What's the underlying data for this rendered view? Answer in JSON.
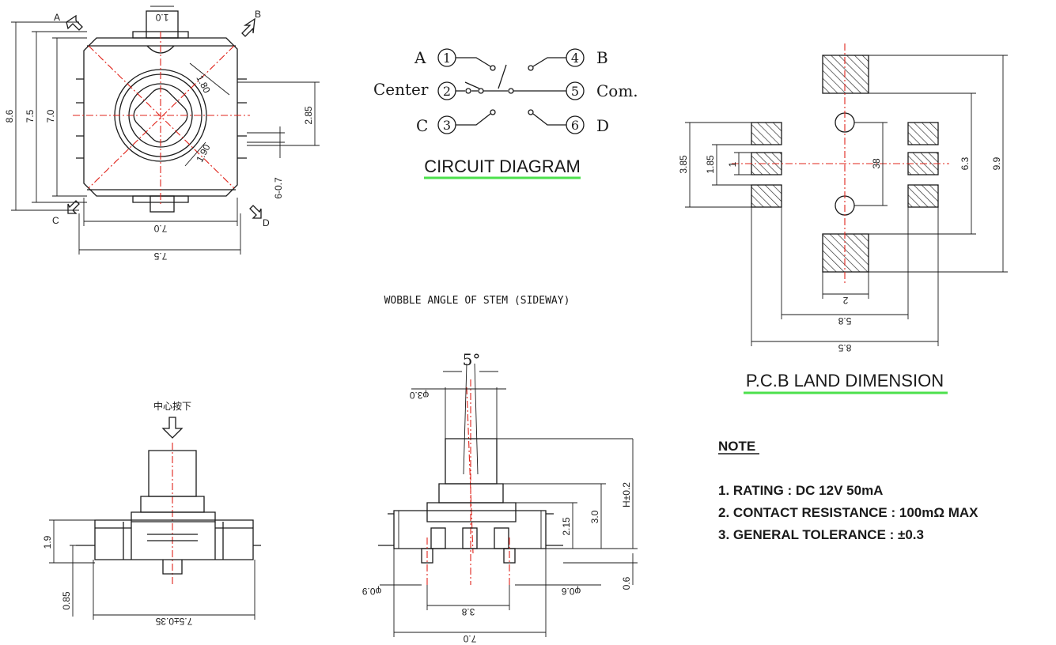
{
  "top_view": {
    "corner_labels": [
      "A",
      "B",
      "C",
      "D"
    ],
    "dims": {
      "height_outer": "8.6",
      "height_mid": "7.5",
      "height_inner": "7.0",
      "width_inner": "7.0",
      "width_outer": "7.5",
      "pitch": "2.85",
      "pin": "6-0.7",
      "radius1": "1.80",
      "radius2": "1.90",
      "top_tab": "1.0"
    }
  },
  "circuit": {
    "title": "CIRCUIT DIAGRAM",
    "left_labels": [
      "A",
      "Center",
      "C"
    ],
    "right_labels": [
      "B",
      "Com.",
      "D"
    ],
    "pins": [
      "1",
      "2",
      "3",
      "4",
      "5",
      "6"
    ]
  },
  "pcb": {
    "title": "P.C.B LAND DIMENSION",
    "dims": {
      "d385": "3.85",
      "d185": "1.85",
      "d1": "1",
      "d38": "38",
      "d63": "6.3",
      "d99": "9.9",
      "d2": "2",
      "d58": "5.8",
      "d85": "8.5"
    }
  },
  "wobble": {
    "title": "WOBBLE ANGLE OF STEM (SIDEWAY)",
    "angle": "5°",
    "dims": {
      "stem_dia": "φ3.0",
      "height": "H±0.2",
      "d30": "3.0",
      "d215": "2.15",
      "d06": "0.6",
      "pin_left": "φ0.9",
      "pin_right": "φ0.6",
      "pitch": "3.8",
      "width": "7.0"
    }
  },
  "side_view": {
    "label": "中心按下",
    "dims": {
      "d19": "1.9",
      "d085": "0.85",
      "width": "7.5±0.35"
    }
  },
  "note": {
    "title": "NOTE",
    "items": [
      "1. RATING : DC  12V  50mA",
      "2. CONTACT RESISTANCE : 100mΩ MAX",
      "3. GENERAL TOLERANCE : ±0.3"
    ]
  }
}
